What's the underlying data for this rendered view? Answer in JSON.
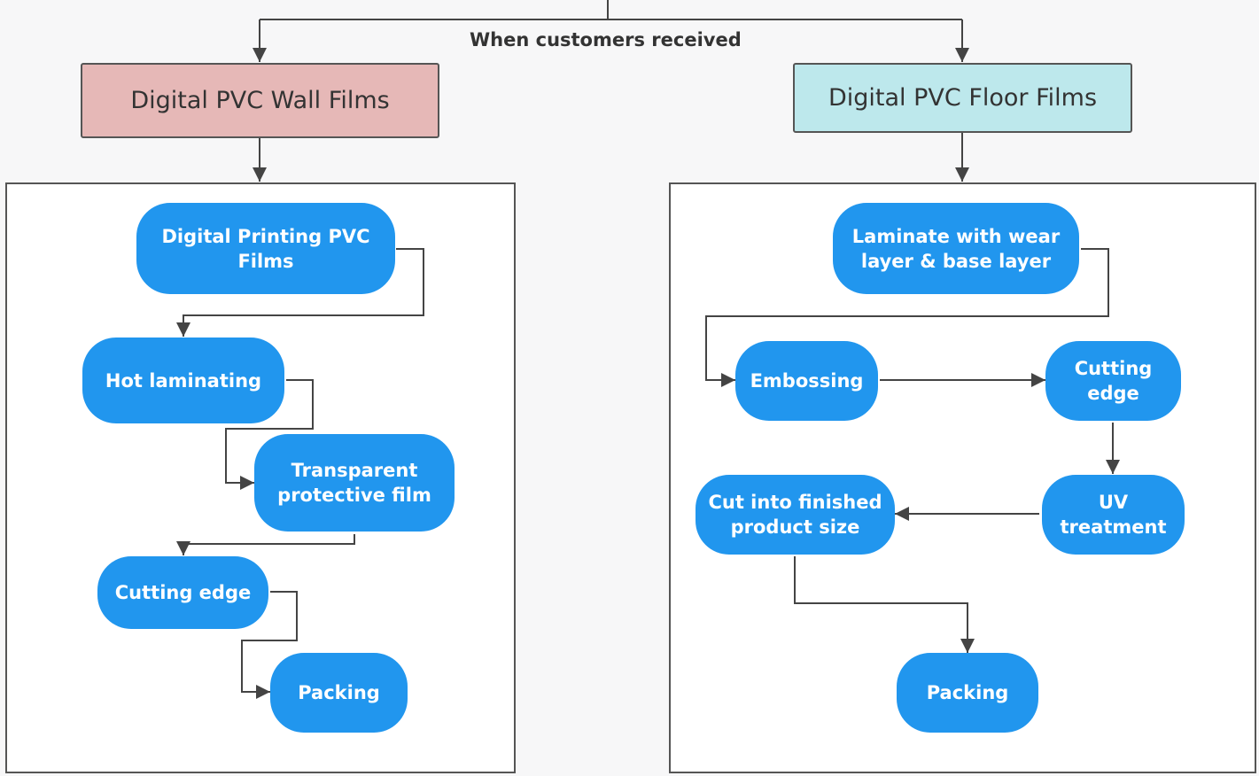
{
  "trigger_label": "When customers received",
  "colors": {
    "wall_header": "#e6b8b7",
    "floor_header": "#bde8ec",
    "step_node": "#2196ee",
    "connector": "#444444"
  },
  "wall": {
    "header": "Digital PVC Wall Films",
    "steps": [
      "Digital Printing PVC Films",
      "Hot laminating",
      "Transparent protective film",
      "Cutting edge",
      "Packing"
    ]
  },
  "floor": {
    "header": "Digital PVC Floor Films",
    "steps": [
      "Laminate with wear layer & base layer",
      "Embossing",
      "Cutting edge",
      "UV treatment",
      "Cut into finished product size",
      "Packing"
    ]
  }
}
